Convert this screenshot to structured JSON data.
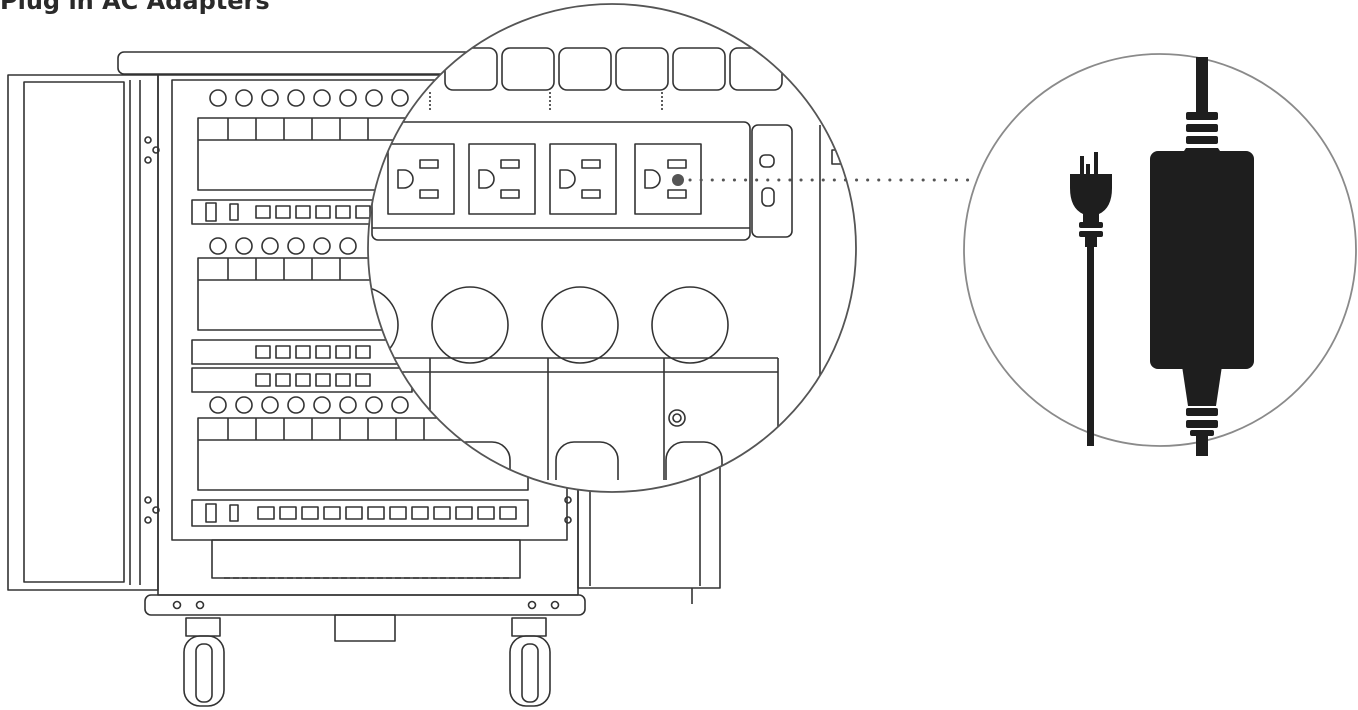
{
  "title": "Plug in AC Adapters",
  "colors": {
    "line": "#333333",
    "adapter": "#1e1e1e",
    "circle_border": "#8a8a8a",
    "dotted_leader": "#555555"
  },
  "icons": [
    "charging-cart-illustration",
    "power-strip-zoom",
    "ac-adapter-icon",
    "power-plug-icon"
  ]
}
